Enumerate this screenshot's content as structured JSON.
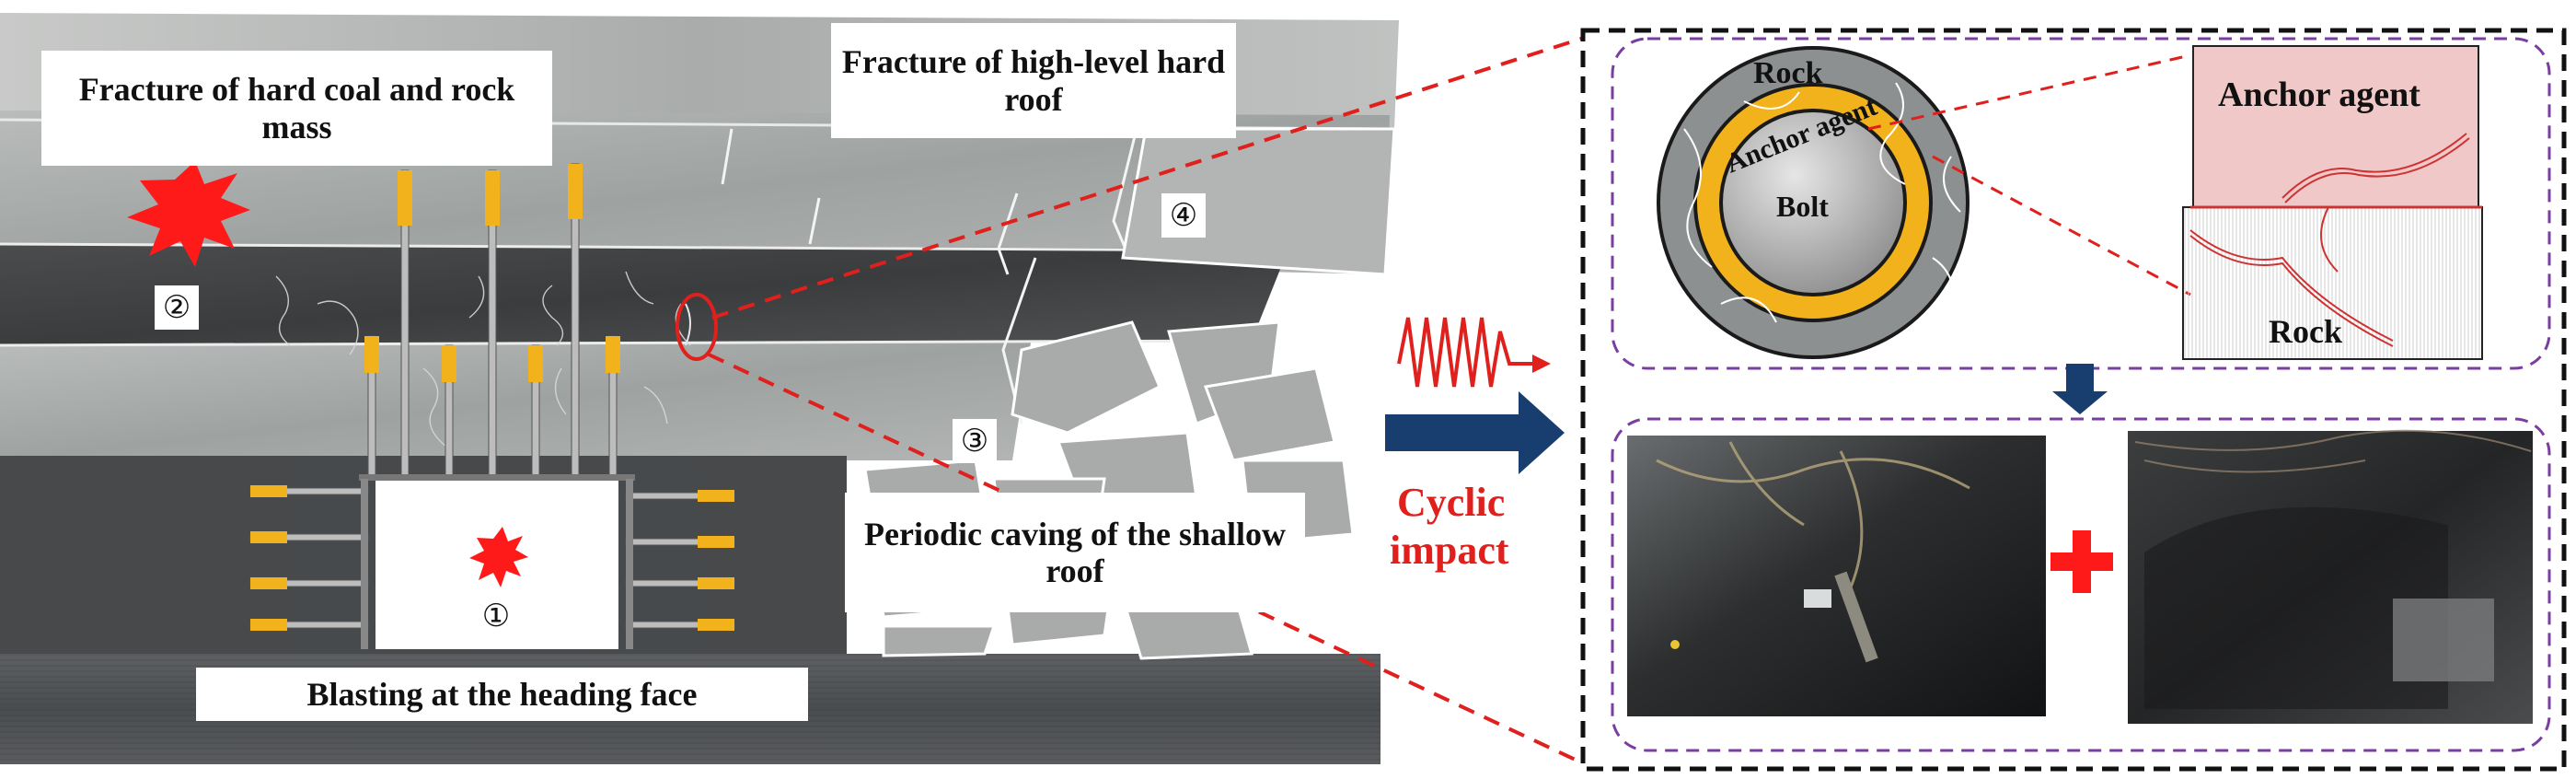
{
  "labels": {
    "fracture_coal": "Fracture of hard coal and rock mass",
    "fracture_roof": "Fracture of high-level hard roof",
    "periodic_caving": "Periodic caving of the shallow roof",
    "blasting": "Blasting at the heading face",
    "cyclic_impact": "Cyclic impact"
  },
  "markers": {
    "m1": "①",
    "m2": "②",
    "m3": "③",
    "m4": "④"
  },
  "detail": {
    "ring_rock": "Rock",
    "ring_anchor": "Anchor agent",
    "ring_bolt": "Bolt",
    "sect_anchor": "Anchor agent",
    "sect_rock": "Rock"
  },
  "colors": {
    "accent_red": "#e0201c",
    "arrow_blue": "#173e6e",
    "bolt_yellow": "#f2b21b",
    "dashed_purple": "#7a3ea0"
  },
  "icons": {
    "explosion": "explosion-icon",
    "wave": "wave-icon",
    "plus": "plus-icon"
  }
}
